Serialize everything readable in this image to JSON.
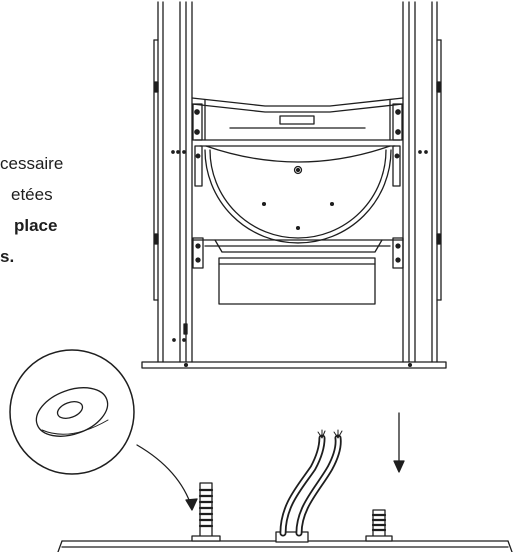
{
  "caption": {
    "line1": "cessaire",
    "line2": "etées",
    "line3": "place",
    "line4": "s."
  }
}
